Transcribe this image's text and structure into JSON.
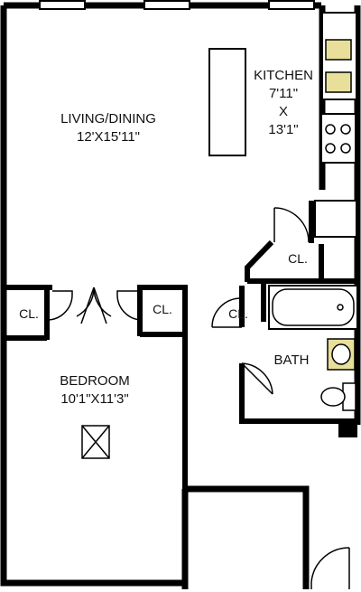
{
  "rooms": {
    "living": {
      "name": "LIVING/DINING",
      "dims": "12'X15'11\""
    },
    "kitchen": {
      "name": "KITCHEN",
      "width": "7'11\"",
      "sep": "X",
      "length": "13'1\""
    },
    "bedroom": {
      "name": "BEDROOM",
      "dims": "10'1\"X11'3\""
    },
    "bath": {
      "name": "BATH"
    },
    "closets": [
      "CL.",
      "CL.",
      "CL.",
      "CL."
    ]
  },
  "colors": {
    "wall": "#000000",
    "fixture": "#e8e09a",
    "background": "#ffffff"
  }
}
